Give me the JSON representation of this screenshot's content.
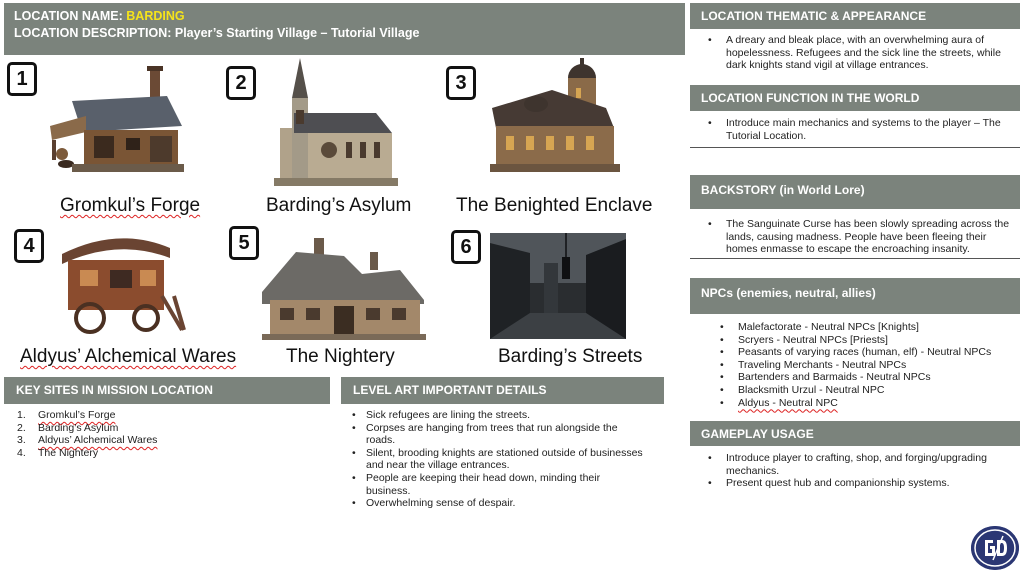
{
  "header": {
    "name_label": "LOCATION NAME: ",
    "name_value": "BARDING",
    "description": "LOCATION DESCRIPTION: Player’s Starting Village – Tutorial Village"
  },
  "colors": {
    "header_bar": "#7b837c",
    "location_name_accent": "#f5e31b"
  },
  "sites": [
    {
      "number": "1",
      "name": "Gromkul’s Forge"
    },
    {
      "number": "2",
      "name": "Barding’s Asylum"
    },
    {
      "number": "3",
      "name": "The Benighted Enclave"
    },
    {
      "number": "4",
      "name": "Aldyus’ Alchemical Wares"
    },
    {
      "number": "5",
      "name": "The Nightery"
    },
    {
      "number": "6",
      "name": "Barding’s Streets"
    }
  ],
  "sections": {
    "thematic": {
      "title": "LOCATION THEMATIC & APPEARANCE",
      "items": [
        "A dreary and bleak place, with an overwhelming aura of hopelessness. Refugees and the sick line the streets, while dark knights stand vigil at village entrances."
      ]
    },
    "function": {
      "title": "LOCATION FUNCTION IN THE WORLD",
      "items": [
        "Introduce main mechanics and systems to the player – The Tutorial Location."
      ]
    },
    "backstory": {
      "title": "BACKSTORY (in World Lore)",
      "items": [
        "The Sanguinate Curse has been slowly spreading across the lands, causing madness. People have been fleeing their homes enmasse to escape the encroaching insanity."
      ]
    },
    "npcs": {
      "title": "NPCs (enemies, neutral, allies)",
      "items": [
        "Malefactorate - Neutral NPCs [Knights]",
        "Scryers - Neutral NPCs [Priests]",
        "Peasants of varying races (human, elf) - Neutral NPCs",
        "Traveling Merchants - Neutral NPCs",
        "Bartenders and Barmaids - Neutral NPCs",
        "Blacksmith Urzul - Neutral NPC",
        "Aldyus - Neutral NPC"
      ]
    },
    "gameplay": {
      "title": "GAMEPLAY USAGE",
      "items": [
        "Introduce player to crafting, shop, and forging/upgrading mechanics.",
        "Present quest hub and companionship systems."
      ]
    },
    "key_sites": {
      "title": "KEY SITES IN MISSION LOCATION",
      "items": [
        {
          "n": "1.",
          "text": "Gromkul’s Forge"
        },
        {
          "n": "2.",
          "text": "Barding’s Asylum"
        },
        {
          "n": "3.",
          "text": "Aldyus’ Alchemical Wares"
        },
        {
          "n": "4.",
          "text": "The Nightery"
        }
      ]
    },
    "level_art": {
      "title": "LEVEL ART IMPORTANT DETAILS",
      "items": [
        "Sick refugees are lining the streets.",
        "Corpses are hanging from trees that run alongside the roads.",
        "Silent, brooding knights are stationed outside of businesses and near the village entrances.",
        "People are keeping their head down, minding their business.",
        "Overwhelming sense of despair."
      ]
    }
  },
  "logo": {
    "icon": "gd-skills-logo"
  }
}
